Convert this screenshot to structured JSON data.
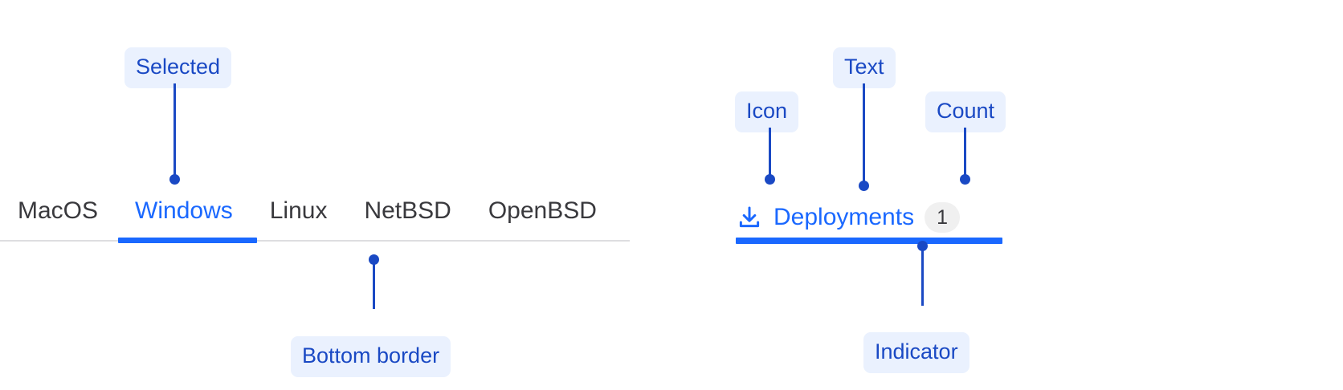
{
  "diagram": {
    "title": "Tabs anatomy annotation",
    "accent_blue": "#1a68ff",
    "annotation_blue": "#1a49c4",
    "annotation_bg": "#eaf1fe",
    "muted_text": "#39393d",
    "border_gray": "#dedee0",
    "badge_bg": "#f0f0f0"
  },
  "left_group": {
    "tabs": [
      {
        "label": "MacOS",
        "selected": false
      },
      {
        "label": "Windows",
        "selected": true
      },
      {
        "label": "Linux",
        "selected": false
      },
      {
        "label": "NetBSD",
        "selected": false
      },
      {
        "label": "OpenBSD",
        "selected": false
      }
    ],
    "annotations": {
      "selected": "Selected",
      "bottom_border": "Bottom border"
    }
  },
  "right_group": {
    "tab": {
      "icon": "download-icon",
      "label": "Deployments",
      "count": "1"
    },
    "annotations": {
      "icon": "Icon",
      "text": "Text",
      "count": "Count",
      "indicator": "Indicator"
    }
  }
}
